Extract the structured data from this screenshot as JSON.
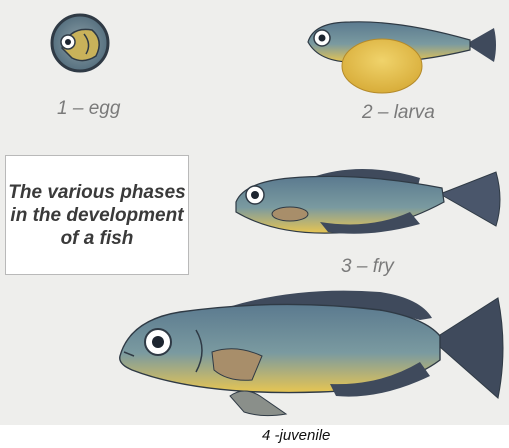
{
  "title": "The various phases in the development of a fish",
  "stages": [
    {
      "label": "1 – egg",
      "icon": "fish-egg-icon"
    },
    {
      "label": "2 – larva",
      "icon": "fish-larva-icon"
    },
    {
      "label": "3 – fry",
      "icon": "fish-fry-icon"
    },
    {
      "label": "4 -juvenile",
      "icon": "juvenile-fish-icon"
    }
  ],
  "colors": {
    "body_blue": "#5f7f95",
    "belly_yellow": "#e6c450",
    "fin_dark": "#3f4a5c",
    "label_gray": "#7a7a7a"
  }
}
